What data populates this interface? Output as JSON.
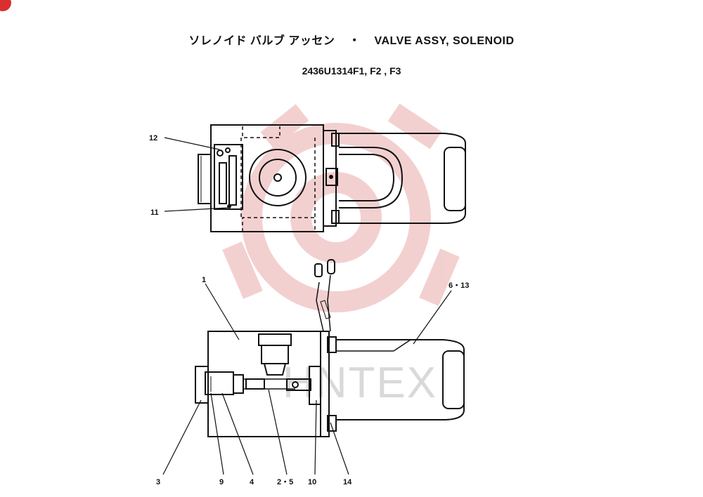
{
  "header": {
    "title_jp": "ソレノイド バルブ アッセン",
    "title_sep": "・",
    "title_en": "VALVE ASSY, SOLENOID",
    "part_numbers": "2436U1314F1,  F2 , F3"
  },
  "watermark": {
    "text": "HNTEX",
    "color": "#f2c8c8"
  },
  "colors": {
    "corner_badge": "#d9302f",
    "ink": "#111111"
  },
  "callouts": {
    "c1": "1",
    "c3": "3",
    "c4": "4",
    "c2_5": "2・5",
    "c6_13": "6・13",
    "c9": "9",
    "c10": "10",
    "c11": "11",
    "c12": "12",
    "c14": "14"
  }
}
